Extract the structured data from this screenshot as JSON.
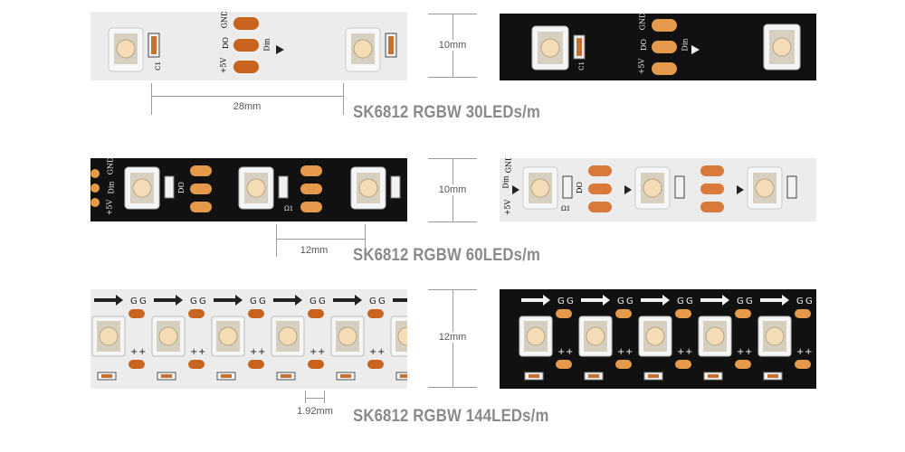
{
  "sections": [
    {
      "title": "SK6812 RGBW 30LEDs/m",
      "width_label": "10mm",
      "pitch_label": "28mm",
      "pad_labels": {
        "gnd": "GND",
        "do": "DO",
        "din": "Din",
        "v5": "+5V",
        "cap": "C1"
      }
    },
    {
      "title": "SK6812 RGBW 60LEDs/m",
      "width_label": "10mm",
      "pitch_label": "12mm",
      "pad_labels": {
        "gnd": "GND",
        "do": "DO",
        "din": "Din",
        "v5": "+5V",
        "cap": "Ω1"
      }
    },
    {
      "title": "SK6812 RGBW 144LEDs/m",
      "width_label": "12mm",
      "pitch_label": "1.92mm",
      "pad_labels": {
        "g": "G",
        "plus": "+"
      }
    }
  ],
  "colors": {
    "white_pcb": "#ececec",
    "black_pcb": "#111111",
    "pad_orange": "#c8641e",
    "dim_line": "#9a9a9a",
    "title_gray": "#8a8a8a"
  }
}
